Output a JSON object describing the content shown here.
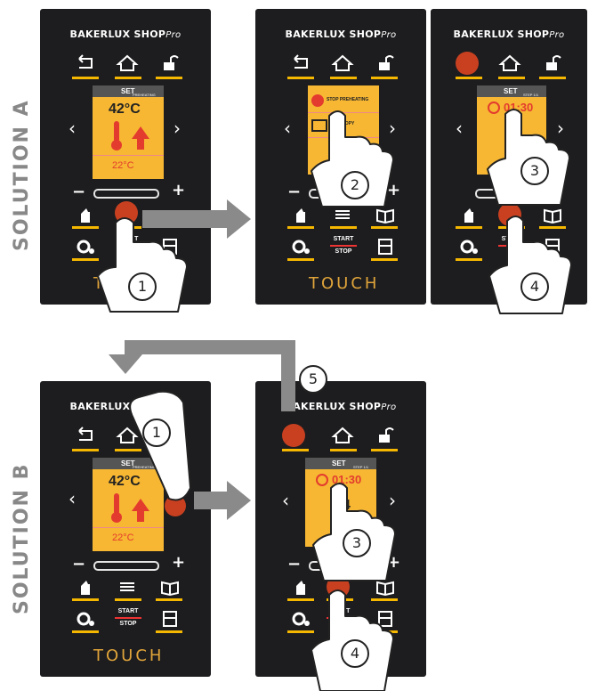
{
  "brand": {
    "name": "BAKERLUX SHOP",
    "pro": "Pro"
  },
  "labels": {
    "solution_a": "SOLUTION A",
    "solution_b": "SOLUTION B"
  },
  "screen": {
    "set": "SET",
    "preheating": "PREHEATING",
    "temp": "42°C",
    "core_temp": "22°C"
  },
  "screen_a2": {
    "stop_preheating": "STOP PREHEATING",
    "view_copy": "VIEW/COPY"
  },
  "screen_step": {
    "set": "SET",
    "step": "STEP 1/1",
    "time": "01:30",
    "num": "4"
  },
  "buttons": {
    "start": "START",
    "stop": "STOP"
  },
  "touch": "TOUCH",
  "steps": [
    "1",
    "2",
    "3",
    "4",
    "5"
  ],
  "colors": {
    "panel": "#1d1d1f",
    "accent": "#f5b700",
    "screen": "#f7b733",
    "red": "#e33b2e",
    "arrow": "#8a8a8a"
  }
}
